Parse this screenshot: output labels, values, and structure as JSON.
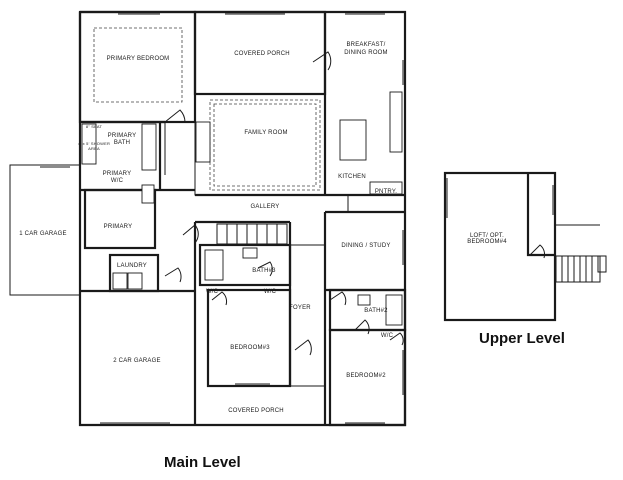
{
  "main_level": {
    "caption": "Main Level",
    "rooms": {
      "primary_bedroom": "PRIMARY BEDROOM",
      "covered_porch_rear": "COVERED PORCH",
      "breakfast_dining": [
        "BREAKFAST/",
        "DINING ROOM"
      ],
      "family_room": "FAMILY ROOM",
      "primary_bath": [
        "PRIMARY",
        "BATH"
      ],
      "seat": "8\" SEAT",
      "shower": [
        "4' x 5' SHOWER",
        "AREA"
      ],
      "primary_wic": [
        "PRIMARY",
        "W/C"
      ],
      "kitchen": "KITCHEN",
      "pantry": "PNTRY.",
      "one_car_garage": "1 CAR GARAGE",
      "primary": "PRIMARY",
      "gallery": "GALLERY",
      "dining_study": "DINING / STUDY",
      "laundry": "LAUNDRY",
      "bath3": "BATH#3",
      "wic_1": "W/C",
      "wic_2": "W/C",
      "wic_3": "W/C",
      "foyer": "FOYER",
      "bath2": "BATH#2",
      "two_car_garage": "2 CAR GARAGE",
      "bedroom3": "BEDROOM#3",
      "bedroom2": "BEDROOM#2",
      "covered_porch_front": "COVERED PORCH"
    }
  },
  "upper_level": {
    "caption": "Upper Level",
    "rooms": {
      "loft": [
        "LOFT/ OPT.",
        "BEDROOM#4"
      ]
    }
  }
}
